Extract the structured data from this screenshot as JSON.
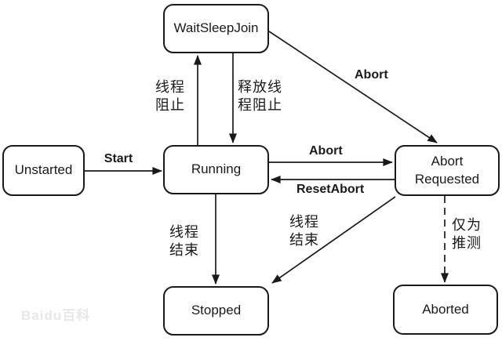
{
  "diagram": {
    "type": "state-diagram",
    "subject": "thread states",
    "nodes": {
      "wait_sleep_join": {
        "label": "WaitSleepJoin"
      },
      "unstarted": {
        "label": "Unstarted"
      },
      "running": {
        "label": "Running"
      },
      "abort_requested": {
        "label": "Abort\nRequested"
      },
      "stopped": {
        "label": "Stopped"
      },
      "aborted": {
        "label": "Aborted"
      }
    },
    "edges": {
      "start": {
        "from": "Unstarted",
        "to": "Running",
        "label": "Start",
        "style": "solid"
      },
      "thread_block": {
        "from": "Running",
        "to": "WaitSleepJoin",
        "label": "线程\n阻止",
        "style": "solid"
      },
      "release_thread_block": {
        "from": "WaitSleepJoin",
        "to": "Running",
        "label": "释放线\n程阻止",
        "style": "solid"
      },
      "abort_from_waitsleepjoin": {
        "from": "WaitSleepJoin",
        "to": "Abort Requested",
        "label": "Abort",
        "style": "solid"
      },
      "abort": {
        "from": "Running",
        "to": "Abort Requested",
        "label": "Abort",
        "style": "solid"
      },
      "reset_abort": {
        "from": "Abort Requested",
        "to": "Running",
        "label": "ResetAbort",
        "style": "solid"
      },
      "thread_end_from_running": {
        "from": "Running",
        "to": "Stopped",
        "label": "线程\n结束",
        "style": "solid"
      },
      "thread_end_from_abort_requested": {
        "from": "Abort Requested",
        "to": "Stopped",
        "label": "线程\n结束",
        "style": "solid"
      },
      "speculation_only": {
        "from": "Abort Requested",
        "to": "Aborted",
        "label": "仅为\n推测",
        "style": "dashed"
      }
    },
    "watermark": "Baidu百科",
    "colors": {
      "line": "#1a1a1a",
      "background": "#ffffff",
      "watermark": "#e7e7e7"
    }
  }
}
